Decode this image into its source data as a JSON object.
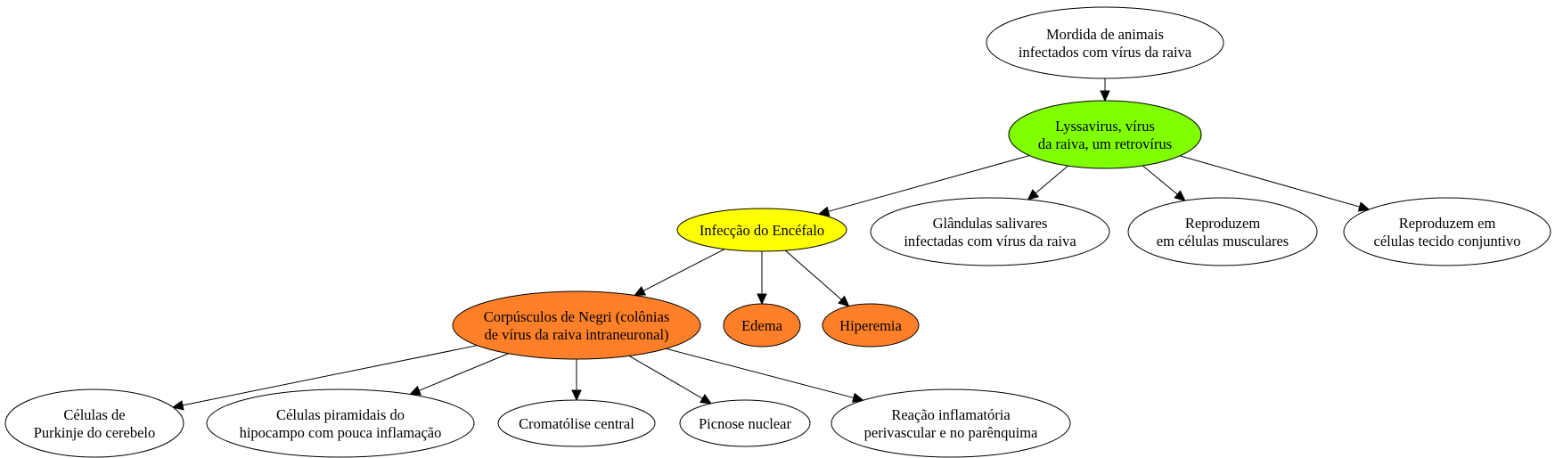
{
  "nodes": [
    {
      "id": "mordida",
      "lines": [
        "Mordida de animais",
        "infectados com vírus da raiva"
      ],
      "fill": "#ffffff"
    },
    {
      "id": "lyssavirus",
      "lines": [
        "Lyssavirus, vírus",
        "da raiva, um retrovírus"
      ],
      "fill": "#80ff00"
    },
    {
      "id": "infeccao",
      "lines": [
        "Infecção do Encéfalo"
      ],
      "fill": "#ffff00"
    },
    {
      "id": "glandulas",
      "lines": [
        "Glândulas salivares",
        "infectadas com vírus da raiva"
      ],
      "fill": "#ffffff"
    },
    {
      "id": "reproduzem-musc",
      "lines": [
        "Reproduzem",
        "em células musculares"
      ],
      "fill": "#ffffff"
    },
    {
      "id": "reproduzem-tecido",
      "lines": [
        "Reproduzem em",
        "células tecido conjuntivo"
      ],
      "fill": "#ffffff"
    },
    {
      "id": "corpusculos",
      "lines": [
        "Corpúsculos de Negri (colônias",
        "de vírus da raiva intraneuronal)"
      ],
      "fill": "#ff8028"
    },
    {
      "id": "edema",
      "lines": [
        "Edema"
      ],
      "fill": "#ff8028"
    },
    {
      "id": "hiperemia",
      "lines": [
        "Hiperemia"
      ],
      "fill": "#ff8028"
    },
    {
      "id": "purkinje",
      "lines": [
        "Células de",
        "Purkinje do cerebelo"
      ],
      "fill": "#ffffff"
    },
    {
      "id": "piramidais",
      "lines": [
        "Células piramidais do",
        "hipocampo com pouca inflamação"
      ],
      "fill": "#ffffff"
    },
    {
      "id": "cromatolise",
      "lines": [
        "Cromatólise central"
      ],
      "fill": "#ffffff"
    },
    {
      "id": "picnose",
      "lines": [
        "Picnose nuclear"
      ],
      "fill": "#ffffff"
    },
    {
      "id": "reacao",
      "lines": [
        "Reação inflamatória",
        "perivascular e no parênquima"
      ],
      "fill": "#ffffff"
    }
  ],
  "edges": [
    {
      "from": "mordida",
      "to": "lyssavirus"
    },
    {
      "from": "lyssavirus",
      "to": "infeccao"
    },
    {
      "from": "lyssavirus",
      "to": "glandulas"
    },
    {
      "from": "lyssavirus",
      "to": "reproduzem-musc"
    },
    {
      "from": "lyssavirus",
      "to": "reproduzem-tecido"
    },
    {
      "from": "infeccao",
      "to": "corpusculos"
    },
    {
      "from": "infeccao",
      "to": "edema"
    },
    {
      "from": "infeccao",
      "to": "hiperemia"
    },
    {
      "from": "corpusculos",
      "to": "purkinje"
    },
    {
      "from": "corpusculos",
      "to": "piramidais"
    },
    {
      "from": "corpusculos",
      "to": "cromatolise"
    },
    {
      "from": "corpusculos",
      "to": "picnose"
    },
    {
      "from": "corpusculos",
      "to": "reacao"
    }
  ]
}
